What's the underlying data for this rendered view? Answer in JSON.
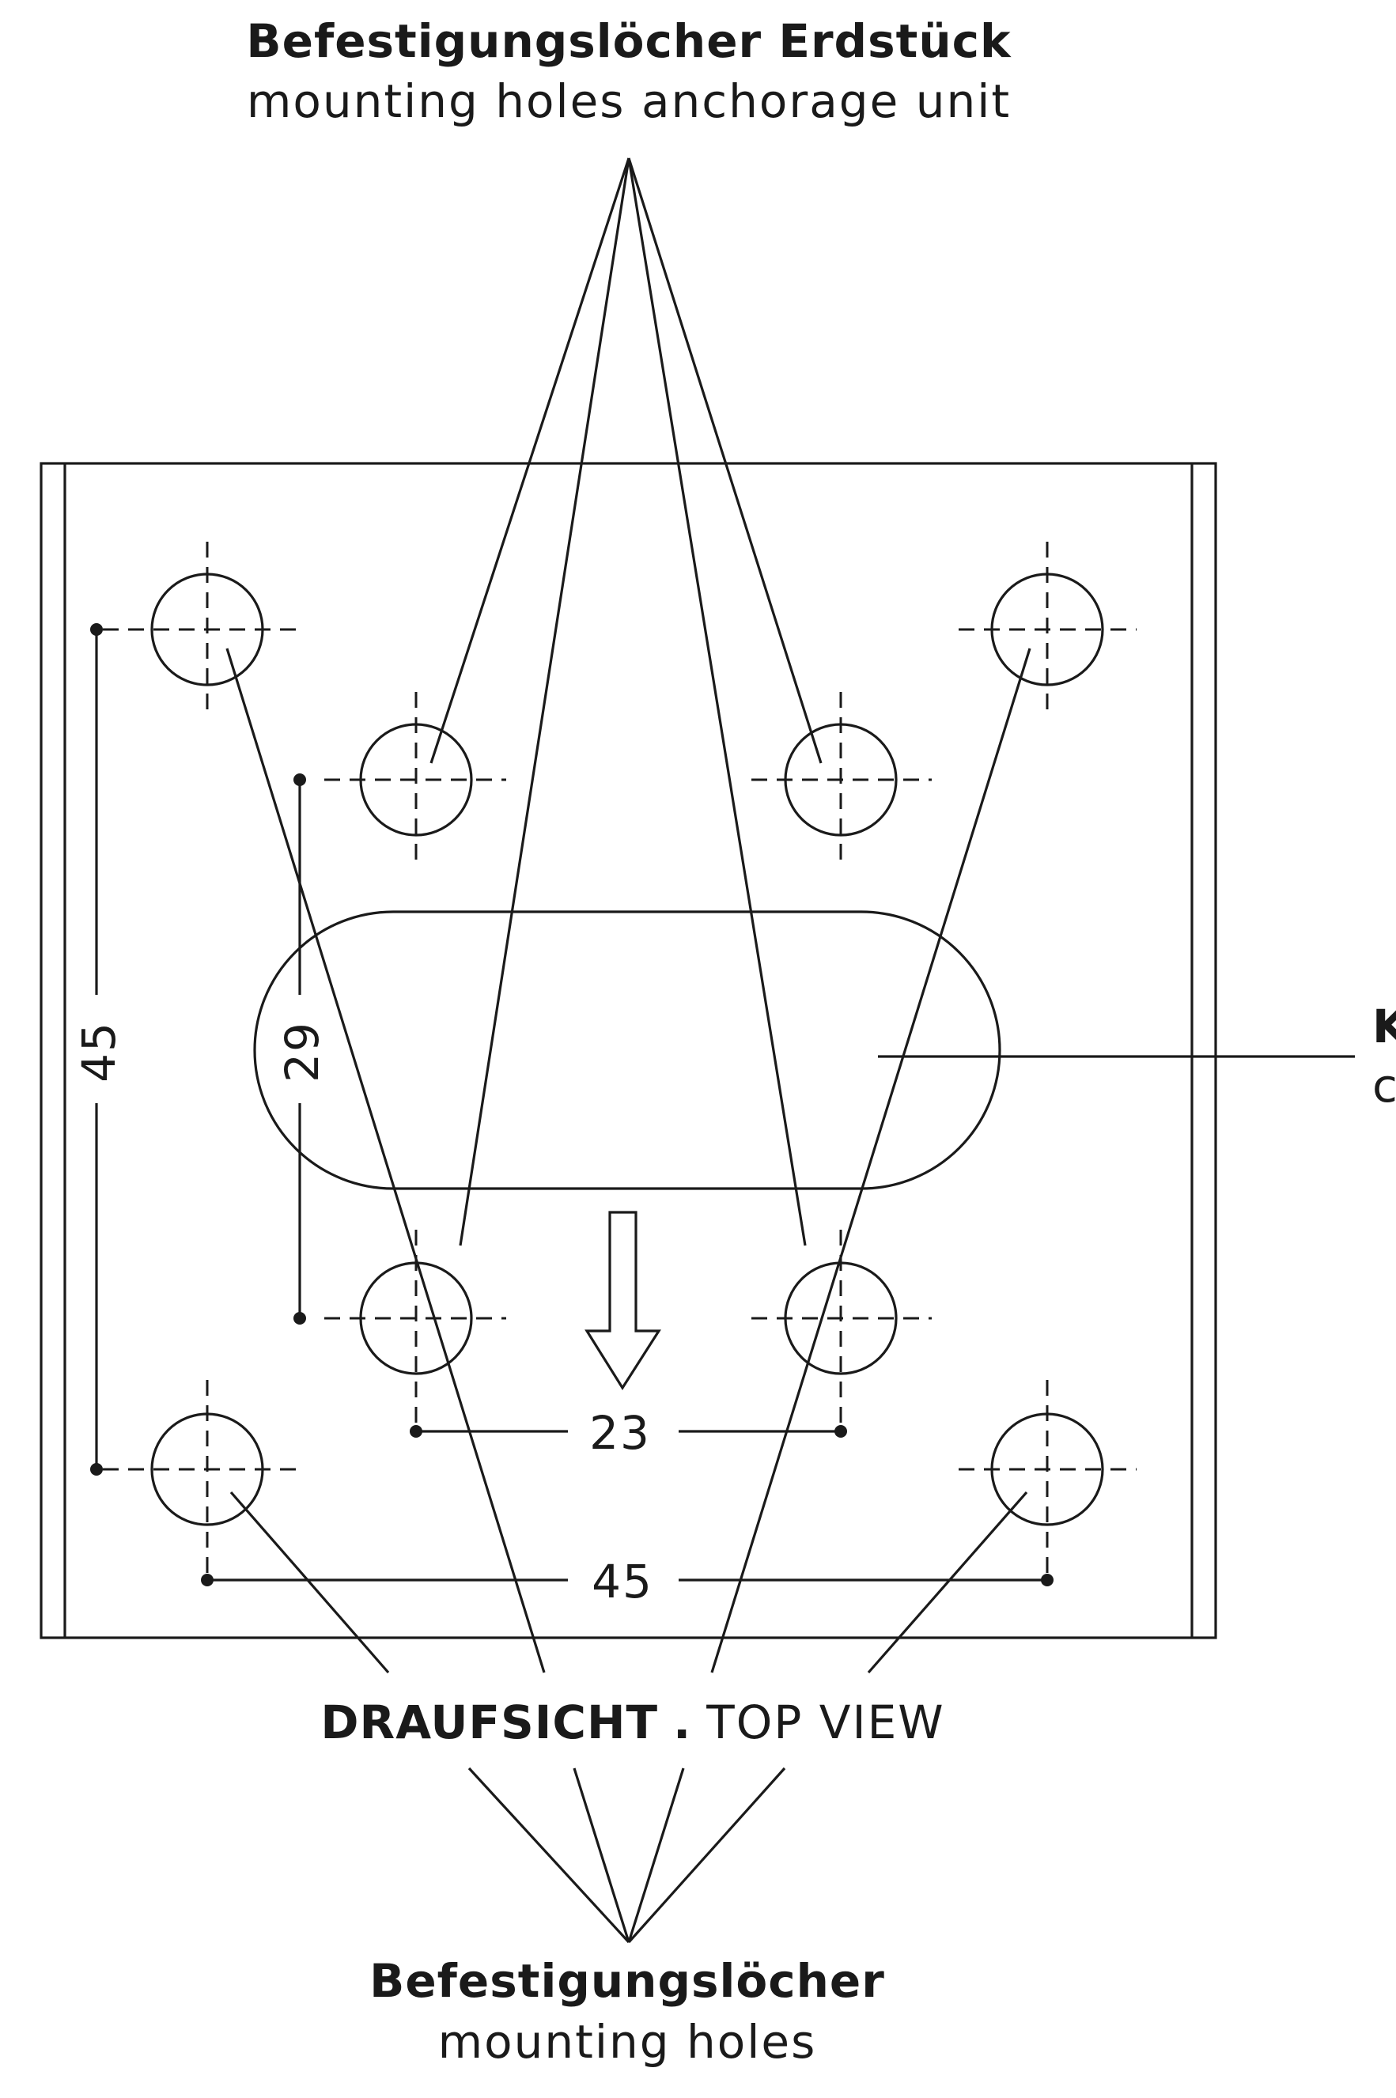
{
  "labels": {
    "top_title_de": "Befestigungslöcher Erdstück",
    "top_title_en": "mounting holes anchorage unit",
    "view_title_de": "DRAUFSICHT",
    "view_title_sep": ".",
    "view_title_en": "TOP VIEW",
    "bottom_title_de": "Befestigungslöcher",
    "bottom_title_en": "mounting holes",
    "right_label_de": "K",
    "right_label_en": "c"
  },
  "dimensions": {
    "outer_vertical": "45",
    "inner_vertical": "29",
    "inner_horizontal": "23",
    "outer_horizontal": "45"
  },
  "colors": {
    "line": "#1a1a1a",
    "background": "#ffffff"
  }
}
